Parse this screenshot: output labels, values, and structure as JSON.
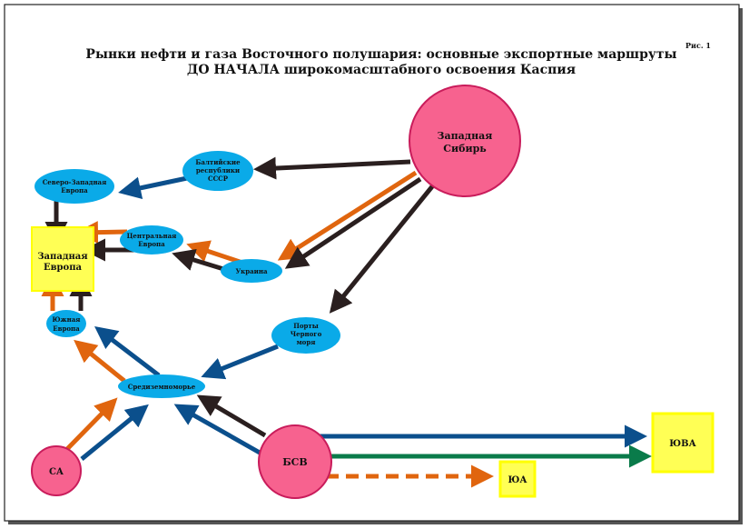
{
  "figure_label": "Рис. 1",
  "title_line1": "Рынки нефти и газа Восточного полушария: основные экспортные маршруты",
  "title_line2": "ДО НАЧАЛА широкомасштабного освоения Каспия",
  "colors": {
    "pink": "#f7628f",
    "blue_node": "#0aaae8",
    "yellow": "#ffff55",
    "yellow_border": "#ffff00",
    "arrow_black": "#2a1f1f",
    "arrow_orange": "#e0650e",
    "arrow_blue": "#0b4f8c",
    "arrow_green": "#0a7b4a"
  },
  "nodes": {
    "west_siberia": {
      "line1": "Западная",
      "line2": "Сибирь"
    },
    "baltic": {
      "line1": "Балтийские",
      "line2": "республики",
      "line3": "СССР"
    },
    "nw_europe": {
      "line1": "Северо-Западная",
      "line2": "Европа"
    },
    "central_europe": {
      "line1": "Центральная",
      "line2": "Европа"
    },
    "ukraine": {
      "line1": "Украина"
    },
    "west_europe": {
      "line1": "Западная",
      "line2": "Европа"
    },
    "south_europe": {
      "line1": "Южная",
      "line2": "Европа"
    },
    "black_sea": {
      "line1": "Порты",
      "line2": "Черного",
      "line3": "моря"
    },
    "mediterranean": {
      "line1": "Средиземноморье"
    },
    "na": {
      "line1": "СА"
    },
    "bsv": {
      "line1": "БСВ"
    },
    "sea": {
      "line1": "ЮА"
    },
    "yuva": {
      "line1": "ЮВА"
    }
  }
}
